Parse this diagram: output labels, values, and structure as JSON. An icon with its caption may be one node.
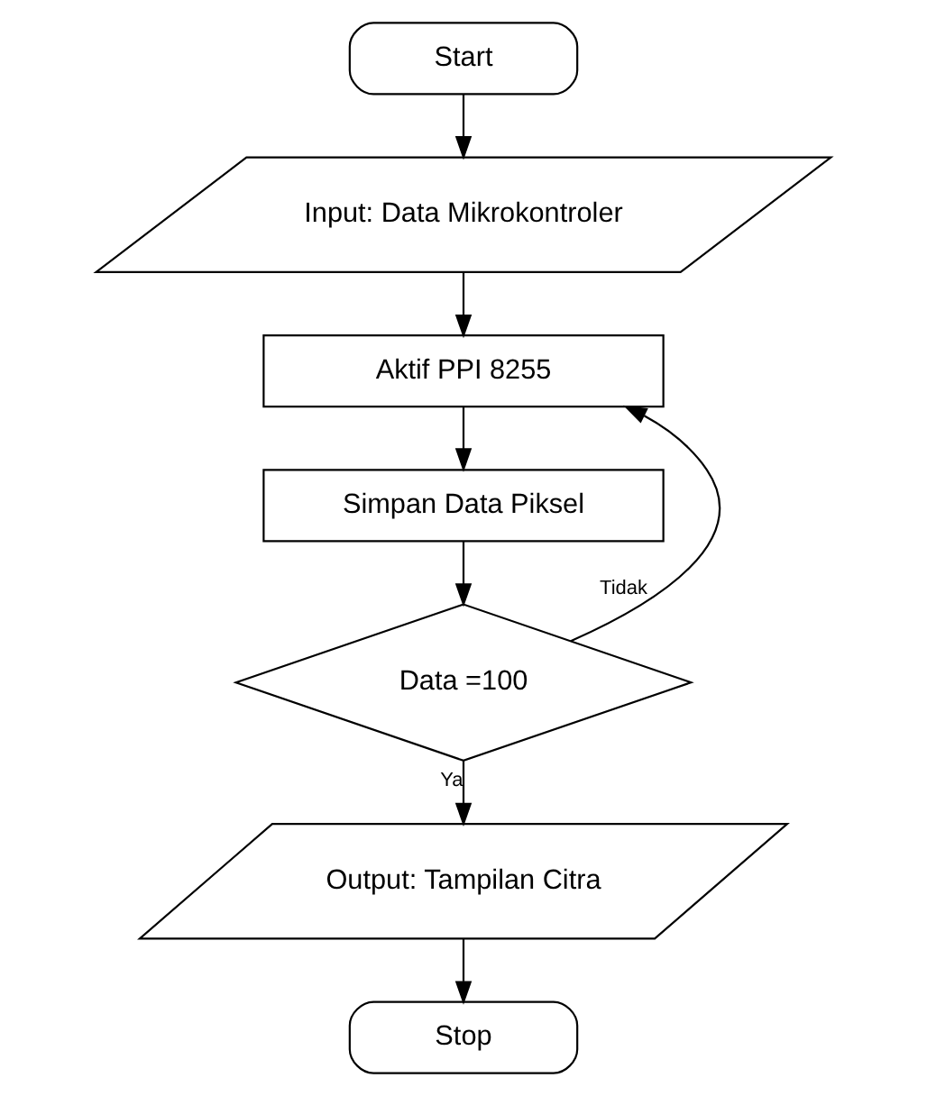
{
  "diagram": {
    "nodes": [
      {
        "text": [
          "Start"
        ]
      },
      {
        "text": [
          "Input: Data Mikrokontroler"
        ]
      },
      {
        "text": [
          "Aktif PPI 8255"
        ]
      },
      {
        "text": [
          "Simpan Data Piksel"
        ]
      },
      {
        "text": [
          "Data =100"
        ]
      },
      {
        "text": [
          "Output: Tampilan Citra"
        ]
      },
      {
        "text": [
          "Stop"
        ]
      }
    ],
    "edges": [
      {
        "from": 0,
        "to": 1,
        "arrow": "to"
      },
      {
        "from": 1,
        "to": 2,
        "arrow": "to"
      },
      {
        "from": 2,
        "to": 3,
        "arrow": "to"
      },
      {
        "from": 3,
        "to": 4,
        "arrow": "to"
      },
      {
        "from": 4,
        "to": 2,
        "arrow": "to",
        "label": "Tidak"
      },
      {
        "from": 4,
        "to": 5,
        "arrow": "to",
        "label": "Ya"
      },
      {
        "from": 5,
        "to": 6,
        "arrow": "to"
      }
    ]
  }
}
